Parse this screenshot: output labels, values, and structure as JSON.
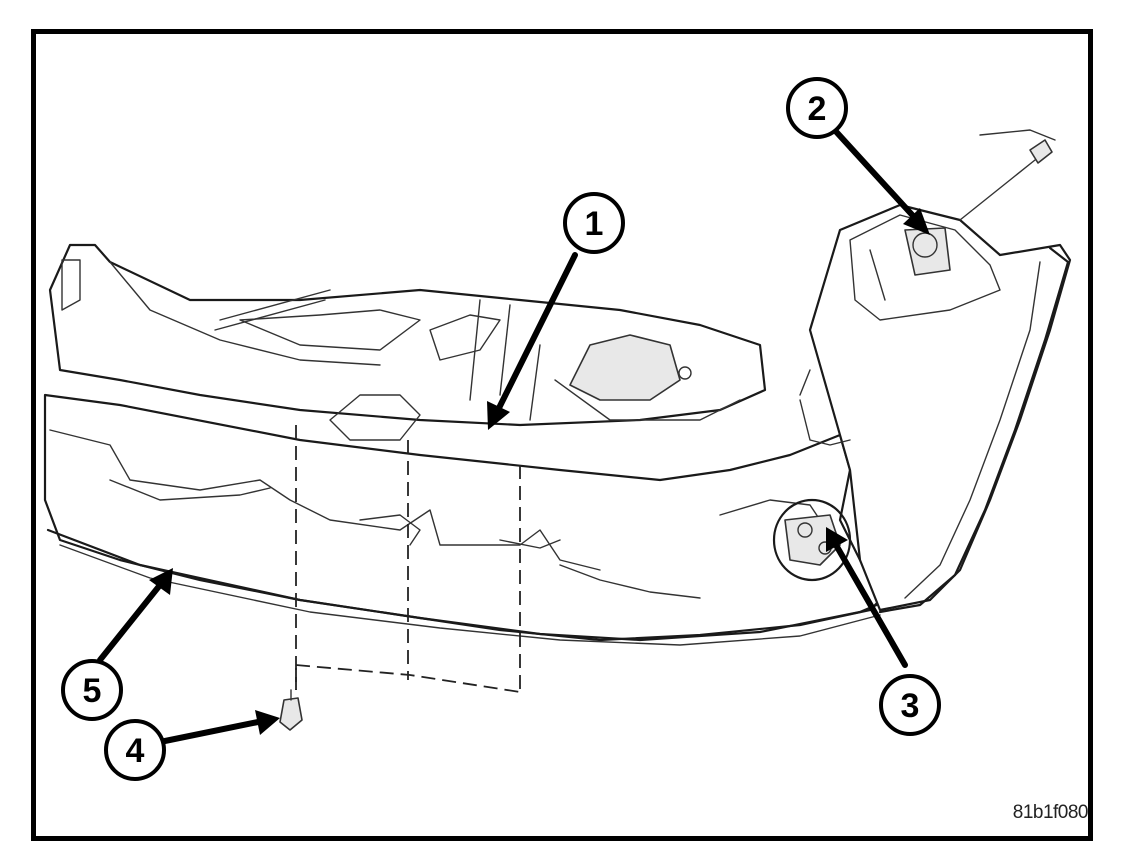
{
  "figure": {
    "id_label": "81b1f080"
  },
  "callouts": [
    {
      "number": "1"
    },
    {
      "number": "2"
    },
    {
      "number": "3"
    },
    {
      "number": "4"
    },
    {
      "number": "5"
    }
  ],
  "colors": {
    "line": "#1a1a1a",
    "background": "#ffffff",
    "frame": "#000000"
  }
}
